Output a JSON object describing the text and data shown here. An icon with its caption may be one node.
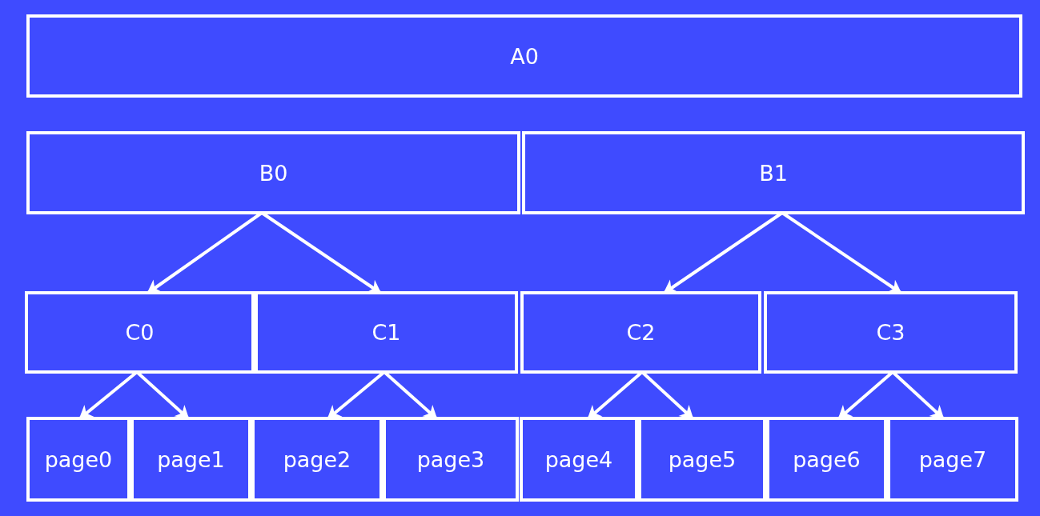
{
  "diagram": {
    "nodes": [
      {
        "text": [
          "A0"
        ]
      },
      {
        "text": [
          "B0"
        ]
      },
      {
        "text": [
          "B1"
        ]
      },
      {
        "text": [
          "C0"
        ]
      },
      {
        "text": [
          "C1"
        ]
      },
      {
        "text": [
          "C2"
        ]
      },
      {
        "text": [
          "C3"
        ]
      },
      {
        "text": [
          "page0"
        ]
      },
      {
        "text": [
          "page1"
        ]
      },
      {
        "text": [
          "page2"
        ]
      },
      {
        "text": [
          "page3"
        ]
      },
      {
        "text": [
          "page4"
        ]
      },
      {
        "text": [
          "page5"
        ]
      },
      {
        "text": [
          "page6"
        ]
      },
      {
        "text": [
          "page7"
        ]
      }
    ],
    "edges": [
      {
        "from": 1,
        "to": 3,
        "arrow": "to"
      },
      {
        "from": 1,
        "to": 4,
        "arrow": "to"
      },
      {
        "from": 2,
        "to": 5,
        "arrow": "to"
      },
      {
        "from": 2,
        "to": 6,
        "arrow": "to"
      },
      {
        "from": 3,
        "to": 7,
        "arrow": "to"
      },
      {
        "from": 3,
        "to": 8,
        "arrow": "to"
      },
      {
        "from": 4,
        "to": 9,
        "arrow": "to"
      },
      {
        "from": 4,
        "to": 10,
        "arrow": "to"
      },
      {
        "from": 5,
        "to": 11,
        "arrow": "to"
      },
      {
        "from": 5,
        "to": 12,
        "arrow": "to"
      },
      {
        "from": 6,
        "to": 13,
        "arrow": "to"
      },
      {
        "from": 6,
        "to": 14,
        "arrow": "to"
      }
    ]
  }
}
